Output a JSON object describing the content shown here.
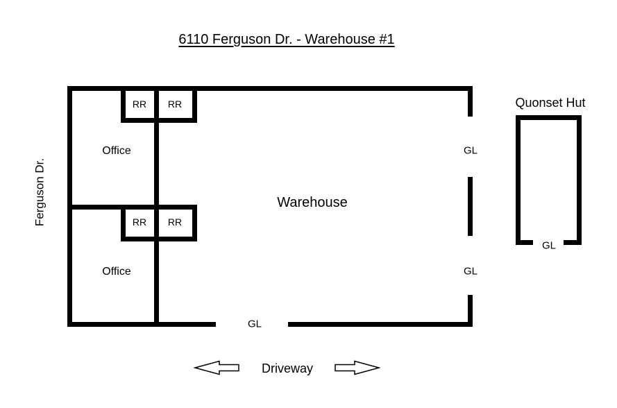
{
  "title": "6110 Ferguson Dr. - Warehouse #1",
  "labels": {
    "street": "Ferguson Dr.",
    "warehouse": "Warehouse",
    "office_upper": "Office",
    "office_lower": "Office",
    "quonset_hut": "Quonset Hut",
    "driveway": "Driveway"
  },
  "restrooms": {
    "upper_left": "RR",
    "upper_right": "RR",
    "lower_left": "RR",
    "lower_right": "RR"
  },
  "grade_level_doors": {
    "right_upper": "GL",
    "right_lower": "GL",
    "bottom": "GL",
    "quonset": "GL"
  },
  "icons": {
    "driveway_arrow_left": "hollow-arrow-pointing-left",
    "driveway_arrow_right": "hollow-arrow-pointing-right"
  },
  "colors": {
    "wall": "#000000",
    "background": "#ffffff",
    "text": "#000000"
  }
}
